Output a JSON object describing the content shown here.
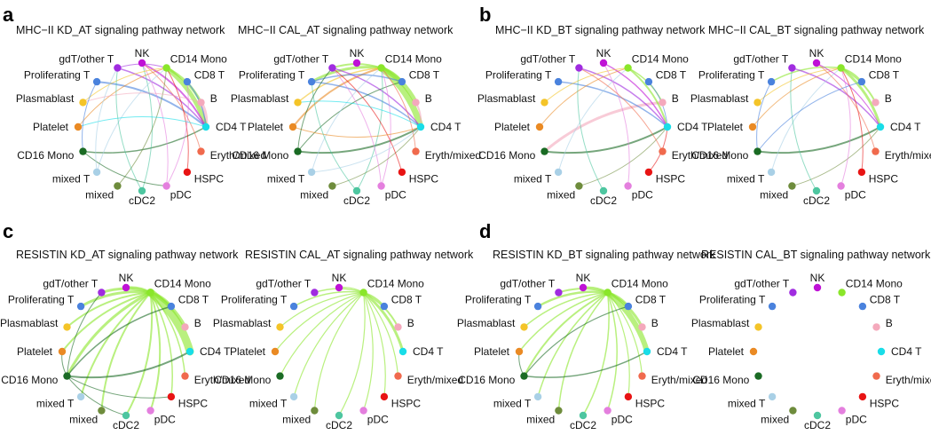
{
  "panel_letters": [
    "a",
    "b",
    "c",
    "d"
  ],
  "node_types": [
    {
      "name": "NK",
      "color": "#bf12d6"
    },
    {
      "name": "CD14 Mono",
      "color": "#8ae62a"
    },
    {
      "name": "CD8 T",
      "color": "#4a82dd"
    },
    {
      "name": "B",
      "color": "#f4a9bc"
    },
    {
      "name": "CD4 T",
      "color": "#19dde8"
    },
    {
      "name": "Eryth/mixed",
      "color": "#f06a4d"
    },
    {
      "name": "HSPC",
      "color": "#e81414"
    },
    {
      "name": "pDC",
      "color": "#e47fde"
    },
    {
      "name": "cDC2",
      "color": "#4ec6a0"
    },
    {
      "name": "mixed",
      "color": "#6e8c3c"
    },
    {
      "name": "mixed T",
      "color": "#a9d0e6"
    },
    {
      "name": "CD16 Mono",
      "color": "#1a6b24"
    },
    {
      "name": "Platelet",
      "color": "#ea8a24"
    },
    {
      "name": "Plasmablast",
      "color": "#f4c428"
    },
    {
      "name": "Proliferating T",
      "color": "#4a82dd"
    },
    {
      "name": "gdT/other T",
      "color": "#a02ce0"
    }
  ],
  "networks": [
    {
      "title": "MHC−II KD_AT signaling pathway network",
      "edges": [
        [
          3,
          4,
          4
        ],
        [
          1,
          4,
          5
        ],
        [
          1,
          3,
          3
        ],
        [
          0,
          4,
          2
        ],
        [
          14,
          4,
          2
        ],
        [
          15,
          4,
          1.5
        ],
        [
          11,
          4,
          1.5
        ],
        [
          2,
          4,
          1.5
        ],
        [
          5,
          0,
          1
        ],
        [
          8,
          0,
          1
        ],
        [
          7,
          0,
          1
        ],
        [
          12,
          1,
          1
        ],
        [
          13,
          1,
          1
        ],
        [
          10,
          1,
          1
        ],
        [
          6,
          1,
          1
        ],
        [
          9,
          1,
          1
        ],
        [
          15,
          1,
          1
        ],
        [
          4,
          12,
          1
        ],
        [
          3,
          13,
          1
        ],
        [
          14,
          11,
          1
        ],
        [
          8,
          15,
          1
        ],
        [
          7,
          2,
          1
        ],
        [
          11,
          7,
          1
        ],
        [
          10,
          15,
          1
        ]
      ]
    },
    {
      "title": "MHC−II CAL_AT signaling pathway network",
      "edges": [
        [
          1,
          4,
          7
        ],
        [
          1,
          3,
          5
        ],
        [
          1,
          2,
          3
        ],
        [
          1,
          14,
          3
        ],
        [
          11,
          4,
          2
        ],
        [
          12,
          1,
          2
        ],
        [
          1,
          15,
          2
        ],
        [
          13,
          1,
          1.5
        ],
        [
          14,
          4,
          1.5
        ],
        [
          15,
          4,
          1.5
        ],
        [
          2,
          14,
          1.5
        ],
        [
          3,
          4,
          2
        ],
        [
          11,
          2,
          1
        ],
        [
          8,
          1,
          1
        ],
        [
          7,
          1,
          1
        ],
        [
          10,
          1,
          1
        ],
        [
          9,
          4,
          1
        ],
        [
          6,
          15,
          1
        ],
        [
          5,
          1,
          1
        ],
        [
          4,
          13,
          1
        ],
        [
          12,
          4,
          1
        ],
        [
          8,
          14,
          1
        ],
        [
          7,
          15,
          1
        ],
        [
          10,
          4,
          1
        ],
        [
          11,
          15,
          1
        ]
      ]
    },
    {
      "title": "MHC−II KD_BT signaling pathway network",
      "edges": [
        [
          3,
          11,
          3
        ],
        [
          11,
          4,
          2
        ],
        [
          1,
          4,
          2
        ],
        [
          1,
          3,
          1.5
        ],
        [
          0,
          4,
          1.5
        ],
        [
          15,
          4,
          1.5
        ],
        [
          14,
          4,
          1.5
        ],
        [
          2,
          4,
          1
        ],
        [
          12,
          1,
          1
        ],
        [
          13,
          1,
          1
        ],
        [
          9,
          4,
          1
        ],
        [
          7,
          0,
          1
        ],
        [
          8,
          15,
          1
        ],
        [
          10,
          1,
          1
        ],
        [
          6,
          4,
          1
        ],
        [
          5,
          15,
          1
        ]
      ]
    },
    {
      "title": "MHC−II CAL_BT signaling pathway network",
      "edges": [
        [
          1,
          4,
          3
        ],
        [
          1,
          3,
          2
        ],
        [
          11,
          4,
          2
        ],
        [
          1,
          2,
          1.5
        ],
        [
          1,
          14,
          1.5
        ],
        [
          15,
          4,
          1.5
        ],
        [
          12,
          1,
          1
        ],
        [
          13,
          1,
          1
        ],
        [
          0,
          4,
          1
        ],
        [
          10,
          1,
          1
        ],
        [
          9,
          4,
          1
        ],
        [
          8,
          15,
          1
        ],
        [
          7,
          1,
          1
        ],
        [
          6,
          1,
          1
        ],
        [
          5,
          0,
          1
        ],
        [
          14,
          11,
          1
        ],
        [
          2,
          11,
          1
        ]
      ]
    },
    {
      "title": "RESISTIN KD_AT signaling pathway network",
      "edges": [
        [
          1,
          4,
          9
        ],
        [
          1,
          3,
          4
        ],
        [
          1,
          2,
          3
        ],
        [
          1,
          14,
          3
        ],
        [
          1,
          15,
          3
        ],
        [
          1,
          0,
          2.5
        ],
        [
          1,
          13,
          2
        ],
        [
          1,
          12,
          2
        ],
        [
          1,
          11,
          3
        ],
        [
          1,
          10,
          2
        ],
        [
          1,
          9,
          2
        ],
        [
          1,
          8,
          2
        ],
        [
          1,
          7,
          2
        ],
        [
          1,
          6,
          1.5
        ],
        [
          1,
          5,
          1.5
        ],
        [
          11,
          4,
          2
        ],
        [
          11,
          2,
          1.5
        ],
        [
          11,
          15,
          1
        ],
        [
          11,
          12,
          1
        ],
        [
          11,
          8,
          1
        ],
        [
          11,
          6,
          1
        ]
      ]
    },
    {
      "title": "RESISTIN CAL_AT signaling pathway network",
      "edges": [
        [
          1,
          4,
          3
        ],
        [
          1,
          3,
          2
        ],
        [
          1,
          2,
          1.5
        ],
        [
          1,
          14,
          1.5
        ],
        [
          1,
          15,
          1.5
        ],
        [
          1,
          0,
          1.2
        ],
        [
          1,
          13,
          1.2
        ],
        [
          1,
          12,
          1.2
        ],
        [
          1,
          11,
          1.2
        ],
        [
          1,
          10,
          1.2
        ],
        [
          1,
          9,
          1.2
        ],
        [
          1,
          8,
          1.2
        ],
        [
          1,
          7,
          1.2
        ],
        [
          1,
          6,
          1.2
        ],
        [
          1,
          5,
          1.2
        ]
      ]
    },
    {
      "title": "RESISTIN KD_BT signaling pathway network",
      "edges": [
        [
          1,
          4,
          6
        ],
        [
          1,
          3,
          3
        ],
        [
          1,
          2,
          2.5
        ],
        [
          1,
          14,
          2.5
        ],
        [
          1,
          15,
          2
        ],
        [
          1,
          0,
          2
        ],
        [
          1,
          13,
          1.5
        ],
        [
          1,
          12,
          1.5
        ],
        [
          1,
          11,
          2
        ],
        [
          1,
          10,
          1.5
        ],
        [
          1,
          9,
          1.5
        ],
        [
          1,
          8,
          1.5
        ],
        [
          1,
          7,
          1.5
        ],
        [
          1,
          6,
          1.2
        ],
        [
          1,
          5,
          1.2
        ],
        [
          11,
          4,
          1.5
        ],
        [
          11,
          2,
          1.2
        ],
        [
          11,
          12,
          1
        ]
      ]
    },
    {
      "title": "RESISTIN CAL_BT signaling pathway network",
      "edges": []
    }
  ]
}
